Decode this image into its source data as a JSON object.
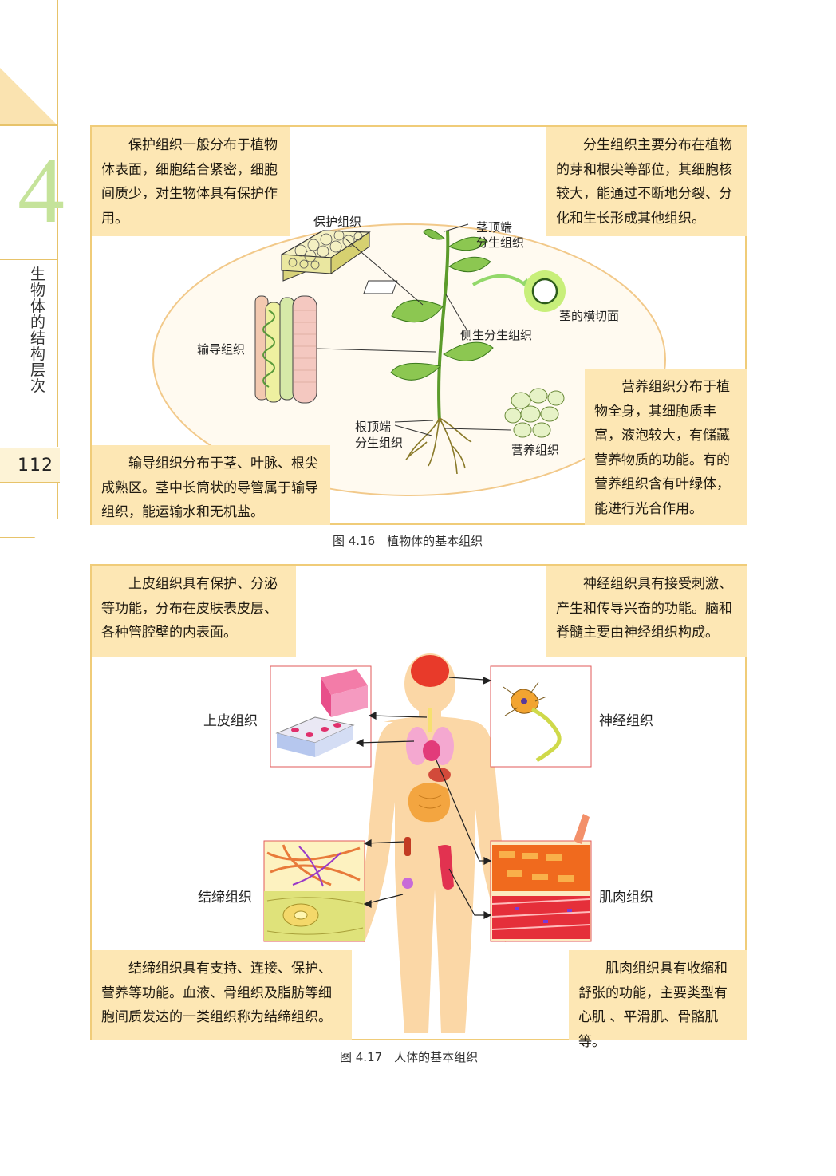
{
  "chapter": {
    "number": "4",
    "title": "生物体的结构层次",
    "page_number": "112"
  },
  "figure_416": {
    "caption": "图 4.16　植物体的基本组织",
    "notes": {
      "protective": "保护组织一般分布于植物体表面，细胞结合紧密，细胞间质少，对生物体具有保护作用。",
      "meristem": "分生组织主要分布在植物的芽和根尖等部位，其细胞核较大，能通过不断地分裂、分化和生长形成其他组织。",
      "conducting": "输导组织分布于茎、叶脉、根尖成熟区。茎中长筒状的导管属于输导组织，能运输水和无机盐。",
      "nutritive": "营养组织分布于植物全身，其细胞质丰富，液泡较大，有储藏营养物质的功能。有的营养组织含有叶绿体，能进行光合作用。"
    },
    "labels": {
      "protective": "保护组织",
      "conducting": "输导组织",
      "stem_apex_1": "茎顶端",
      "stem_apex_2": "分生组织",
      "stem_cross": "茎的横切面",
      "lateral": "侧生分生组织",
      "root_apex_1": "根顶端",
      "root_apex_2": "分生组织",
      "nutritive": "营养组织"
    }
  },
  "figure_417": {
    "caption": "图 4.17　人体的基本组织",
    "notes": {
      "epithelial": "上皮组织具有保护、分泌等功能，分布在皮肤表皮层、各种管腔壁的内表面。",
      "nervous": "神经组织具有接受刺激、产生和传导兴奋的功能。脑和脊髓主要由神经组织构成。",
      "connective": "结缔组织具有支持、连接、保护、营养等功能。血液、骨组织及脂肪等细胞间质发达的一类组织称为结缔组织。",
      "muscle": "肌肉组织具有收缩和舒张的功能，主要类型有心肌 、平滑肌、骨骼肌等。"
    },
    "labels": {
      "epithelial": "上皮组织",
      "nervous": "神经组织",
      "connective": "结缔组织",
      "muscle": "肌肉组织"
    }
  },
  "colors": {
    "frame": "#f0cc79",
    "note_bg": "#fde7b4",
    "chapter_num": "#c5e39a"
  }
}
